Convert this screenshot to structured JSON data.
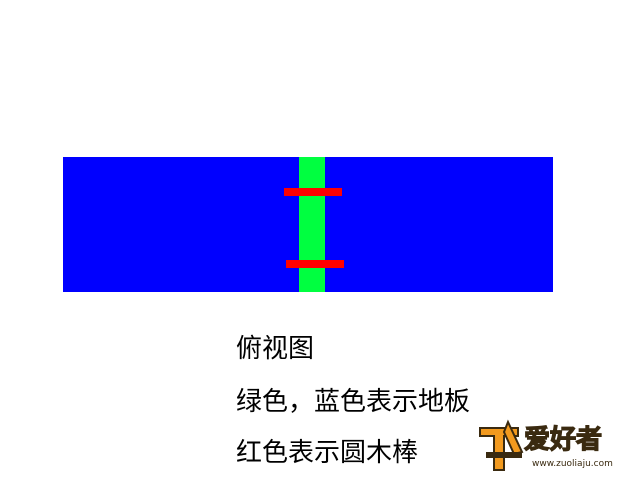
{
  "colors": {
    "floor": "#0000ff",
    "beam": "#00ff40",
    "rod": "#ff0000",
    "watermark_orange": "#f39a1e",
    "watermark_dark": "#3a2a10"
  },
  "captions": {
    "title": "俯视图",
    "line1": "绿色，蓝色表示地板",
    "line2": "红色表示圆木棒"
  },
  "watermark": {
    "brand": "爱好者",
    "url": "www.zuoliaju.com"
  }
}
